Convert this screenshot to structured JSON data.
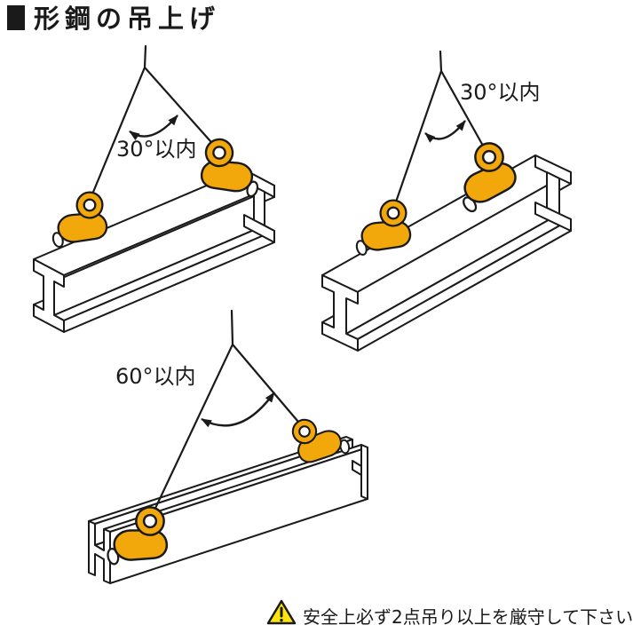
{
  "title": {
    "text": "形鋼の吊上げ"
  },
  "diagrams": [
    {
      "angle_label": "30°以内"
    },
    {
      "angle_label": "30°以内"
    },
    {
      "angle_label": "60°以内"
    }
  ],
  "warning": {
    "icon": "warning-triangle-icon",
    "text": "安全上必ず2点吊り以上を厳守して下さい。"
  },
  "colors": {
    "clamp_orange": "#F2A70A",
    "warning_yellow": "#FFE60A",
    "outline": "#1A1A1A",
    "background": "#FFFFFF"
  }
}
